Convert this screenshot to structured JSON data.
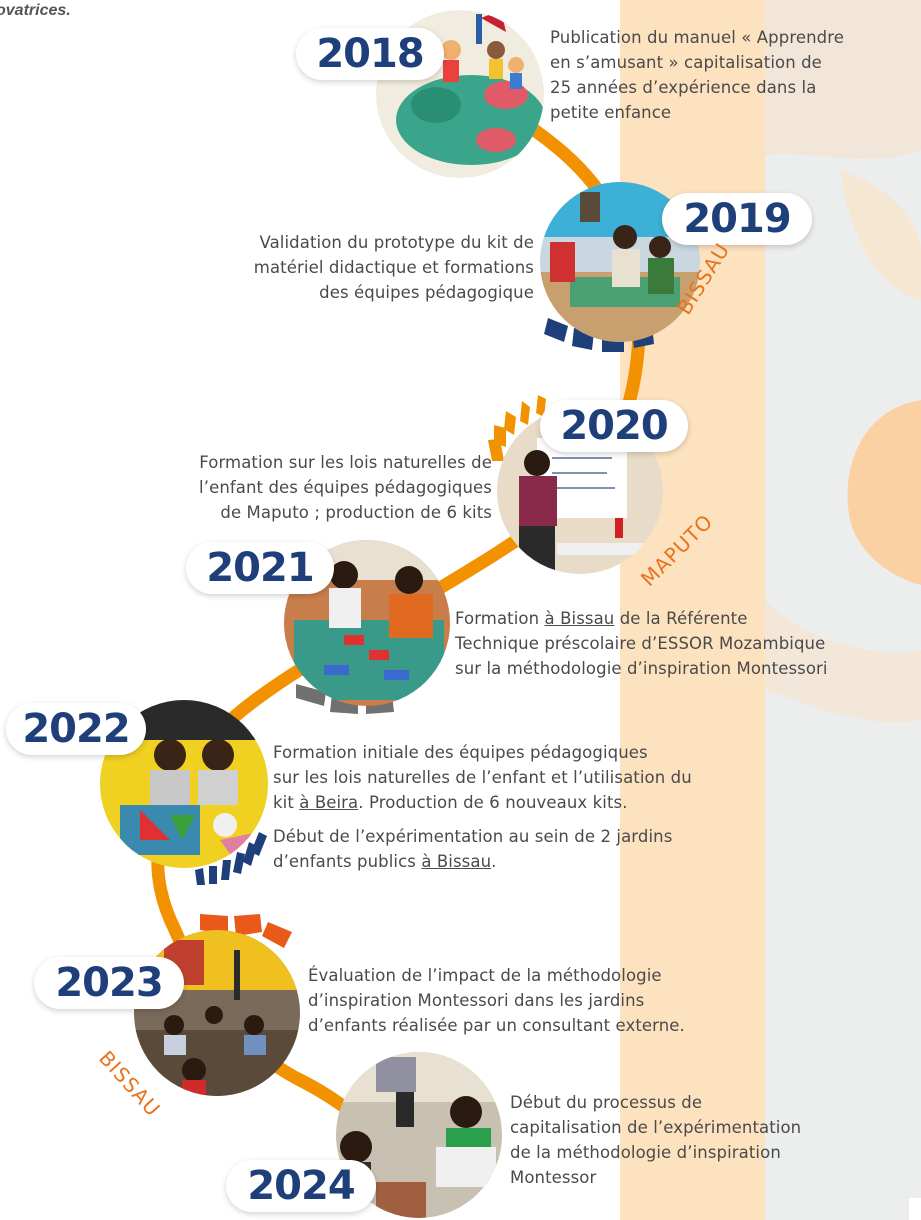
{
  "header": {
    "text": "ovatrices."
  },
  "colors": {
    "accent_orange": "#f39200",
    "navy": "#1f3f7a",
    "peach": "#fbd9b0",
    "gray_panel": "#eceeee"
  },
  "timeline": [
    {
      "year": "2018",
      "image": "world-map-mural-photo",
      "lines": [
        "Publication du manuel « Apprendre",
        "en s’amusant » capitalisation de",
        "25 années d’expérience dans la",
        "petite enfance"
      ]
    },
    {
      "year": "2019",
      "image": "classroom-table-photo",
      "location": "BISSAU",
      "lines": [
        "Validation du prototype du kit de",
        "matériel didactique et formations",
        "des équipes pédagogique"
      ]
    },
    {
      "year": "2020",
      "image": "whiteboard-training-photo",
      "location": "MAPUTO",
      "lines": [
        "Formation sur les lois naturelles de",
        "l’enfant des équipes pédagogiques",
        "de Maputo ; production de 6 kits"
      ]
    },
    {
      "year": "2021",
      "image": "children-floor-mat-photo",
      "line1_pre": "Formation ",
      "line1_link": "à Bissau",
      "line1_post": " de la Référente",
      "lines": [
        "Technique préscolaire d’ESSOR Mozambique",
        "sur la méthodologie d’inspiration Montessori"
      ]
    },
    {
      "year": "2022",
      "image": "children-table-shapes-photo",
      "para1_lines": [
        "Formation initiale des équipes pédagogiques",
        "sur les lois naturelles de l’enfant et l’utilisation du"
      ],
      "para1_l3_pre": "kit ",
      "para1_l3_link": "à Beira",
      "para1_l3_post": ". Production de 6 nouveaux kits.",
      "para2_l1": "Début de l’expérimentation au sein de 2 jardins",
      "para2_l2_pre": "d’enfants publics ",
      "para2_l2_link": "à Bissau",
      "para2_l2_post": "."
    },
    {
      "year": "2023",
      "image": "classroom-children-circle-photo",
      "location": "BISSAU",
      "lines": [
        "Évaluation de l’impact de la méthodologie",
        "d’inspiration Montessori dans les jardins",
        "d’enfants réalisée par un consultant externe."
      ]
    },
    {
      "year": "2024",
      "image": "women-meeting-photo",
      "lines": [
        "Début du processus de",
        "capitalisation de l’expérimentation",
        "de la méthodologie d’inspiration",
        "Montessor"
      ]
    }
  ]
}
